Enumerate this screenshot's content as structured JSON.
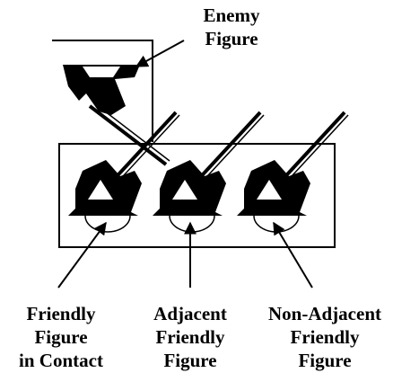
{
  "labels": {
    "enemy": [
      "Enemy",
      "Figure"
    ],
    "friendly_in_contact": [
      "Friendly",
      "Figure",
      "in Contact"
    ],
    "adjacent_friendly": [
      "Adjacent",
      "Friendly",
      "Figure"
    ],
    "non_adjacent_friendly": [
      "Non-Adjacent",
      "Friendly",
      "Figure"
    ]
  },
  "colors": {
    "ink": "#000000",
    "paper": "#ffffff"
  },
  "figures": [
    {
      "role": "enemy",
      "icon": "enemy-soldier-figure-icon"
    },
    {
      "role": "friendly-in-contact",
      "icon": "friendly-soldier-figure-icon"
    },
    {
      "role": "adjacent-friendly",
      "icon": "friendly-soldier-figure-icon"
    },
    {
      "role": "non-adjacent-friendly",
      "icon": "friendly-soldier-figure-icon"
    }
  ]
}
